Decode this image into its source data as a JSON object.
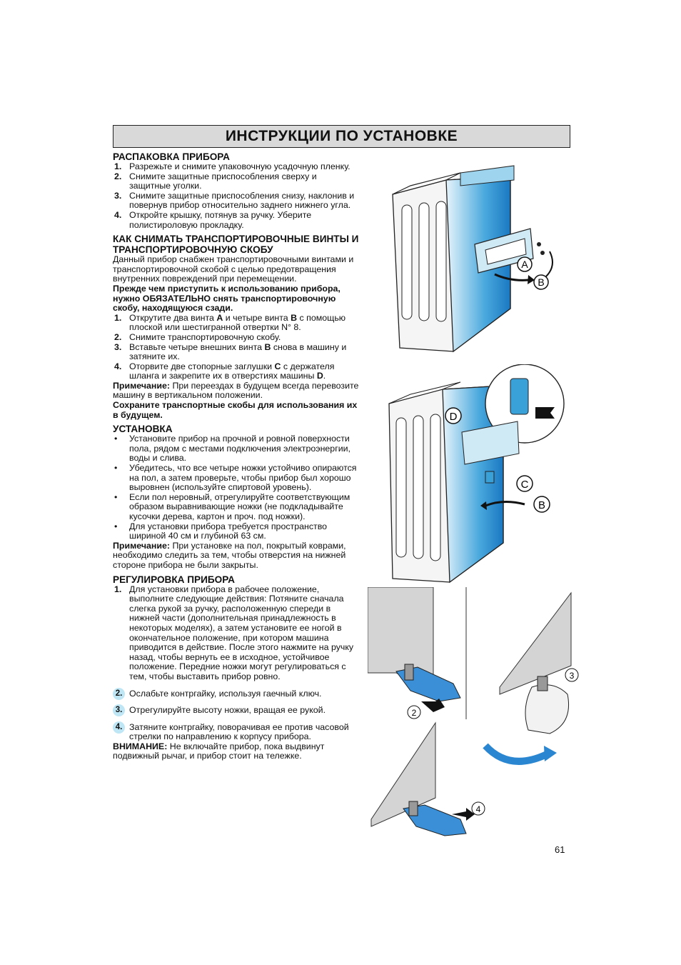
{
  "title": "ИНСТРУКЦИИ ПО УСТАНОВКЕ",
  "unpack": {
    "heading": "РАСПАКОВКА ПРИБОРА",
    "items": [
      {
        "n": "1.",
        "t": "Разрежьте и снимите упаковочную усадочную пленку."
      },
      {
        "n": "2.",
        "t": "Снимите защитные приспособления сверху и защитные уголки."
      },
      {
        "n": "3.",
        "t": "Снимите защитные приспособления снизу, наклонив и повернув прибор относительно заднего нижнего угла."
      },
      {
        "n": "4.",
        "t": "Откройте крышку, потянув за ручку. Уберите полистироловую прокладку."
      }
    ]
  },
  "transport": {
    "heading": "КАК СНИМАТЬ ТРАНСПОРТИРОВОЧНЫЕ ВИНТЫ И ТРАНСПОРТИРОВОЧНУЮ СКОБУ",
    "intro": "Данный прибор снабжен транспортировочными винтами и транспортировочной скобой с целью предотвращения внутренних повреждений при перемещении.",
    "warning": "Прежде чем приступить к использованию прибора, нужно ОБЯЗАТЕЛЬНО снять транспортировочную скобу, находящуюся сзади.",
    "items": [
      {
        "n": "1.",
        "a": "Открутите два винта ",
        "k1": "A",
        "b": " и четыре винта ",
        "k2": "B",
        "c": " с помощью плоской или шестигранной отвертки N° 8."
      },
      {
        "n": "2.",
        "t": "Снимите транспортировочную скобу."
      },
      {
        "n": "3.",
        "a": "Вставьте четыре внешних винта ",
        "k": "B",
        "b": " снова в машину и затяните их."
      },
      {
        "n": "4.",
        "a": "Оторвите две стопорные заглушки ",
        "k1": "C",
        "b": " с держателя шланга и закрепите их в отверстиях машины ",
        "k2": "D",
        "c": "."
      }
    ],
    "note_label": "Примечание:",
    "note": " При переездах в будущем всегда перевозите машину в вертикальном положении.",
    "keep": "Сохраните транспортные скобы для использования их в будущем."
  },
  "install": {
    "heading": "УСТАНОВКА",
    "bullet": "•",
    "items": [
      "Установите прибор на прочной и ровной поверхности пола, рядом с местами подключения электроэнергии, воды и слива.",
      "Убедитесь, что все четыре ножки устойчиво опираются на пол, а затем проверьте, чтобы прибор был хорошо выровнен (используйте спиртовой уровень).",
      "Если пол неровный, отрегулируйте соответствующим образом выравнивающие ножки (не подкладывайте кусочки дерева, картон и проч. под ножки).",
      "Для установки прибора требуется пространство шириной 40 см и глубиной 63 см."
    ],
    "note_label": "Примечание:",
    "note": " При установке на пол, покрытый коврами, необходимо следить за тем, чтобы отверстия на нижней стороне прибора не были закрыты."
  },
  "adjust": {
    "heading": "РЕГУЛИРОВКА ПРИБОРА",
    "item1": {
      "n": "1.",
      "t": "Для установки прибора в рабочее положение, выполните следующие действия: Потяните сначала слегка рукой за ручку, расположенную спереди в нижней части (дополнительная принадлежность в некоторых моделях), а затем установите ее ногой в окончательное положение, при котором машина приводится в действие. После этого нажмите на ручку назад, чтобы вернуть ее в исходное, устойчивое положение. Передние ножки могут регулироваться с тем, чтобы выставить прибор ровно."
    },
    "steps": [
      {
        "n": "2.",
        "t": "Ослабьте контргайку, используя гаечный ключ."
      },
      {
        "n": "3.",
        "t": "Отрегулируйте высоту ножки, вращая ее рукой."
      },
      {
        "n": "4.",
        "t": "Затяните контргайку, поворачивая ее против часовой стрелки по направлению к корпусу прибора."
      }
    ],
    "warn_label": "ВНИМАНИЕ:",
    "warn": " Не включайте прибор, пока выдвинут подвижный рычаг, и прибор стоит на тележке."
  },
  "figures": {
    "fig1_labels": [
      "A",
      "B"
    ],
    "fig2_labels": [
      "D",
      "C",
      "B"
    ],
    "fig3_labels": [
      "2",
      "3",
      "4"
    ]
  },
  "colors": {
    "accent_blue": "#1a8fd0",
    "light_blue": "#bfe6f4",
    "banner_gray": "#d9d9d9"
  },
  "page_number": "61"
}
